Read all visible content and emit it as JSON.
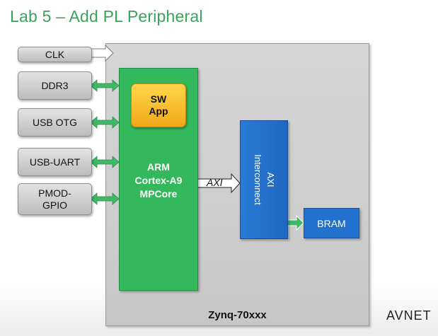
{
  "slide": {
    "title": "Lab 5 – Add PL Peripheral",
    "logo": "AVNET"
  },
  "chip": {
    "label": "Zynq-70xxx"
  },
  "io_blocks": [
    {
      "label": "CLK"
    },
    {
      "label": "DDR3"
    },
    {
      "label": "USB OTG"
    },
    {
      "label": "USB-UART"
    },
    {
      "label": "PMOD-\nGPIO"
    }
  ],
  "arm": {
    "label": "ARM\nCortex-A9\nMPCore"
  },
  "sw_app": {
    "label": "SW\nApp"
  },
  "axi_bus": {
    "label": "AXI"
  },
  "interconnect": {
    "label": "AXI\nInterconnect"
  },
  "bram": {
    "label": "BRAM"
  },
  "colors": {
    "title": "#3aa35b",
    "arm_green": "#34b85c",
    "arrow_green": "#3fb868",
    "interconnect_blue": "#2a7bd6",
    "sw_app_orange": "#f2a81a",
    "chip_gray": "#d0d0d0"
  }
}
